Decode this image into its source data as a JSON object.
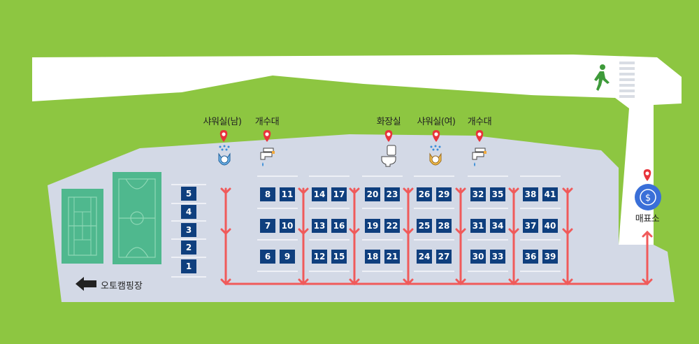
{
  "facilities": {
    "shower_male": "샤워실(남)",
    "sink_1": "개수대",
    "restroom": "화장실",
    "shower_female": "샤워실(여)",
    "sink_2": "개수대",
    "ticket_office": "매표소"
  },
  "auto_camping": "오토캠핑장",
  "colors": {
    "grass": "#8dc641",
    "ground": "#d3d9e6",
    "road": "#ffffff",
    "site": "#0f3f7e",
    "path": "#f05a5a",
    "court": "#4fb88e",
    "pin": "#e8333a",
    "ticket": "#3a6fd8"
  },
  "sites": {
    "col_a": [
      "5",
      "4",
      "3",
      "2",
      "1"
    ],
    "pairs": [
      {
        "top": [
          "8",
          "11"
        ],
        "mid": [
          "7",
          "10"
        ],
        "bot": [
          "6",
          "9"
        ]
      },
      {
        "top": [
          "14",
          "17"
        ],
        "mid": [
          "13",
          "16"
        ],
        "bot": [
          "12",
          "15"
        ]
      },
      {
        "top": [
          "20",
          "23"
        ],
        "mid": [
          "19",
          "22"
        ],
        "bot": [
          "18",
          "21"
        ]
      },
      {
        "top": [
          "26",
          "29"
        ],
        "mid": [
          "25",
          "28"
        ],
        "bot": [
          "24",
          "27"
        ]
      },
      {
        "top": [
          "32",
          "35"
        ],
        "mid": [
          "31",
          "34"
        ],
        "bot": [
          "30",
          "33"
        ]
      },
      {
        "top": [
          "38",
          "41"
        ],
        "mid": [
          "37",
          "40"
        ],
        "bot": [
          "36",
          "39"
        ]
      }
    ]
  }
}
